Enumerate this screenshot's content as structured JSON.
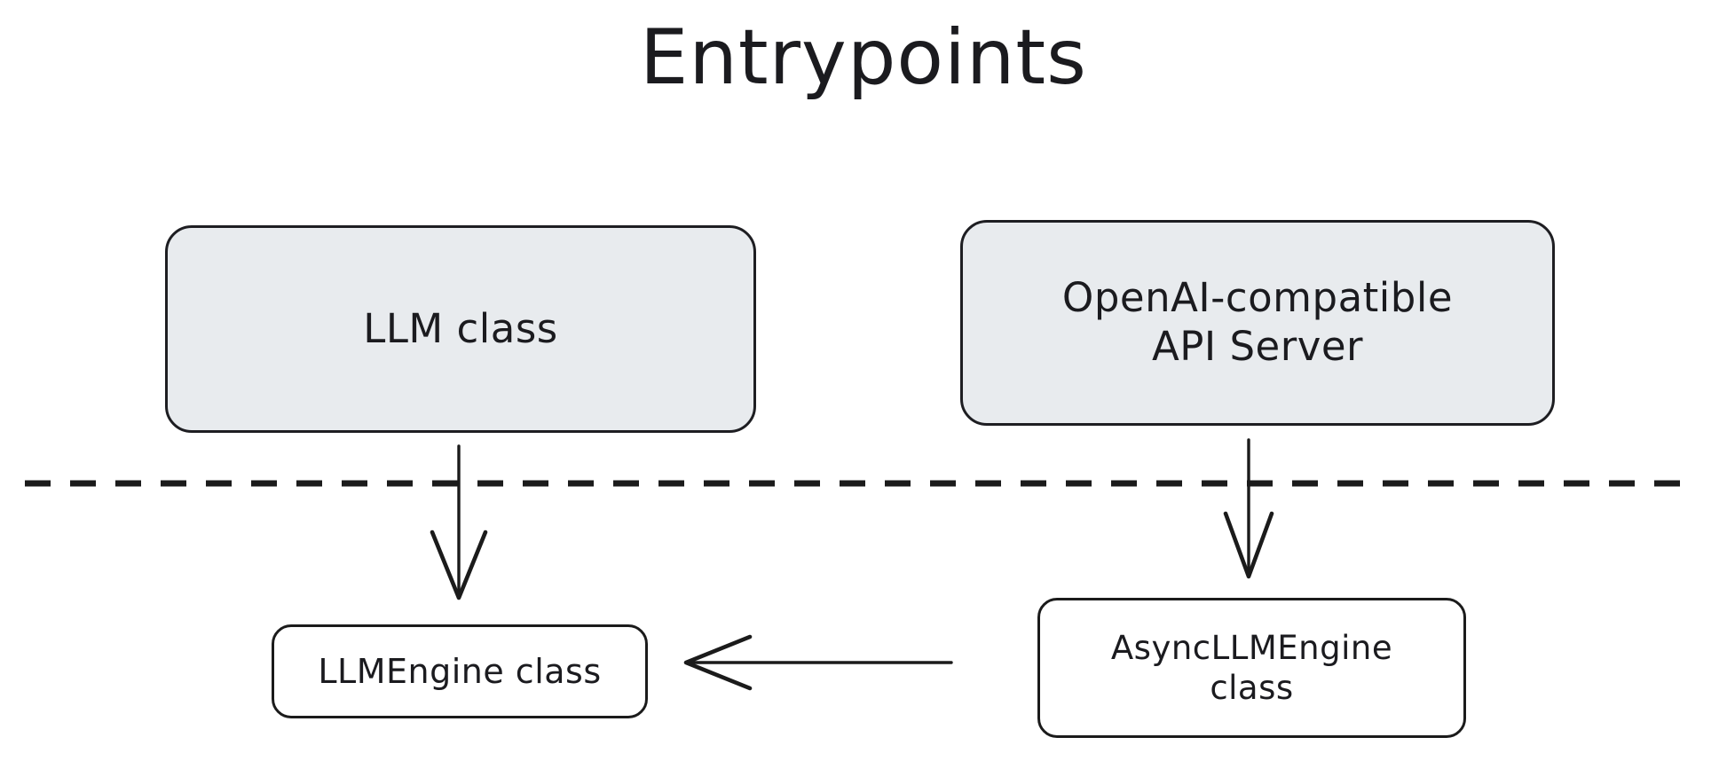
{
  "diagram": {
    "title": "Entrypoints",
    "background_color": "#ffffff",
    "stroke_color": "#1b1b1b",
    "filled_node_color": "#e8ebee",
    "plain_node_color": "#ffffff",
    "text_color": "#1b1b1f",
    "nodes": [
      {
        "id": "llm-class",
        "label": "LLM class",
        "style": "filled",
        "group": "entrypoint"
      },
      {
        "id": "api-server",
        "label": "OpenAI-compatible\nAPI Server",
        "style": "filled",
        "group": "entrypoint"
      },
      {
        "id": "llmengine",
        "label": "LLMEngine class",
        "style": "plain",
        "group": "engine"
      },
      {
        "id": "asyncllmengine",
        "label": "AsyncLLMEngine\nclass",
        "style": "plain",
        "group": "engine"
      }
    ],
    "edges": [
      {
        "id": "llm-to-llmengine",
        "from": "llm-class",
        "to": "llmengine",
        "direction": "down",
        "arrowhead": "open-v"
      },
      {
        "id": "apiserver-to-asyncllmengine",
        "from": "api-server",
        "to": "asyncllmengine",
        "direction": "down",
        "arrowhead": "open-v"
      },
      {
        "id": "asyncllmengine-to-llmengine",
        "from": "asyncllmengine",
        "to": "llmengine",
        "direction": "left",
        "arrowhead": "open-v"
      }
    ],
    "separator": {
      "id": "entrypoint-engine-divider",
      "style": "dashed",
      "orientation": "horizontal"
    }
  }
}
